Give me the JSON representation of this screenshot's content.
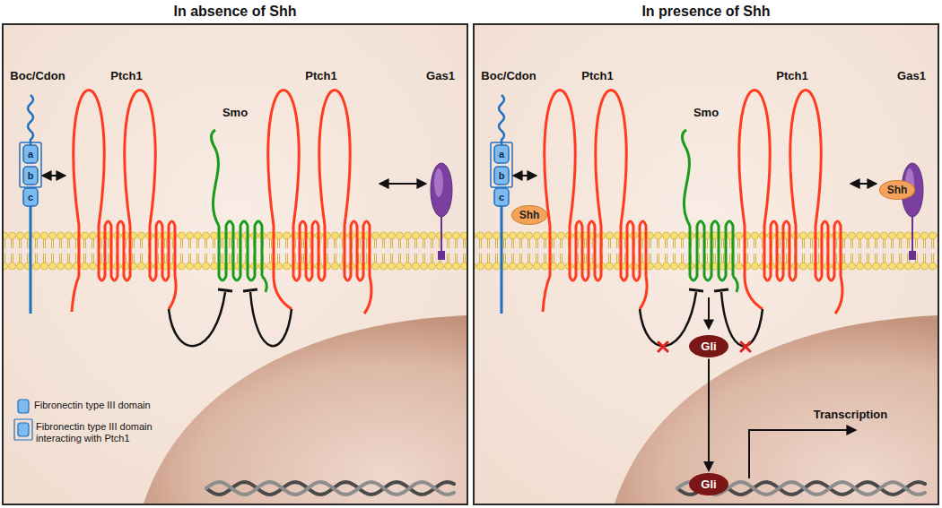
{
  "diagram": {
    "nodes": [
      {
        "text": [
          "In absence of Shh"
        ]
      },
      {
        "text": [
          "In presence of Shh"
        ]
      },
      {
        "text": [
          "Shh"
        ],
        "in": 1
      },
      {
        "text": [
          "Shh"
        ],
        "in": 1
      },
      {
        "text": [
          "Gli"
        ],
        "in": 1
      },
      {
        "text": [
          "Gli"
        ],
        "in": 1
      }
    ],
    "edges": [
      {
        "from": 4,
        "to": 5,
        "arrow": "to"
      }
    ],
    "labels": [
      "Boc/Cdon",
      "a",
      "b",
      "c",
      "Ptch1",
      "Smo",
      "Ptch1",
      "Gas1",
      "Boc/Cdon",
      "a",
      "b",
      "c",
      "Ptch1",
      "Smo",
      "Ptch1",
      "Gas1",
      "Transcription"
    ],
    "legend": [
      {
        "text": "Fibronectin type III domain"
      },
      {
        "text": "Fibronectin type III domain interacting with Ptch1"
      }
    ]
  }
}
